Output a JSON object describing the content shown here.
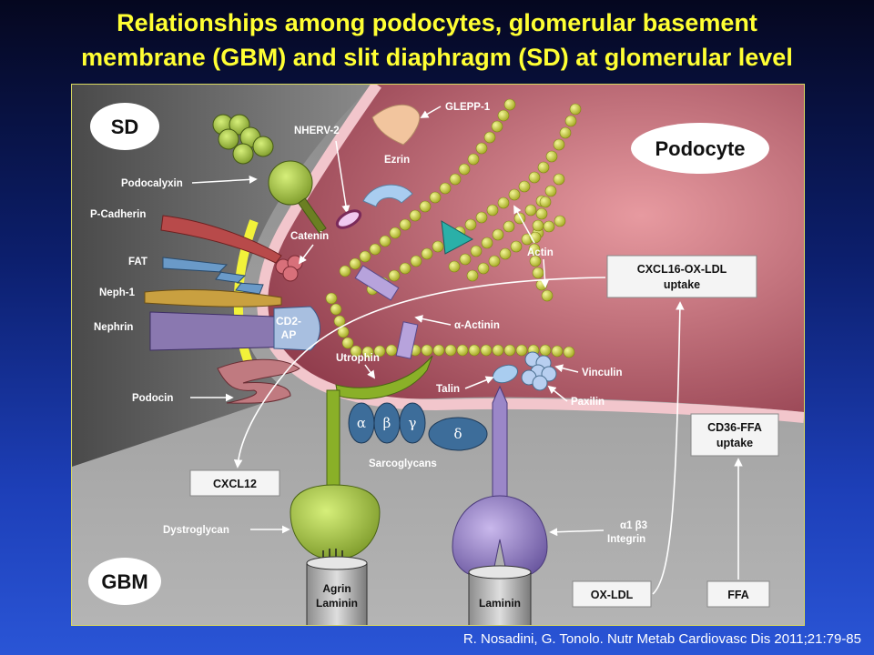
{
  "title": {
    "line1": "Relationships among podocytes, glomerular basement",
    "line2": "membrane (GBM) and slit diaphragm (SD) at glomerular level"
  },
  "citation": "R. Nosadini, G. Tonolo. Nutr Metab Cardiovasc Dis 2011;21:79-85",
  "regions": {
    "sd": "SD",
    "podocyte": "Podocyte",
    "gbm": "GBM"
  },
  "labels": {
    "glepp1": "GLEPP-1",
    "nherv2": "NHERV-2",
    "ezrin": "Ezrin",
    "podocalyxin": "Podocalyxin",
    "pcadherin": "P-Cadherin",
    "catenin": "Catenin",
    "actin": "Actin",
    "fat": "FAT",
    "neph1": "Neph-1",
    "nephrin": "Nephrin",
    "cd2ap_1": "CD2-",
    "cd2ap_2": "AP",
    "alpha_actinin": "α-Actinin",
    "utrophin": "Utrophin",
    "talin": "Talin",
    "vinculin": "Vinculin",
    "paxilin": "Paxilin",
    "podocin": "Podocin",
    "alpha": "α",
    "beta": "β",
    "gamma": "γ",
    "delta": "δ",
    "sarcoglycans": "Sarcoglycans",
    "dystroglycan": "Dystroglycan",
    "integrin_1": "α1 β3",
    "integrin_2": "Integrin",
    "agrin_1": "Agrin",
    "agrin_2": "Laminin",
    "laminin": "Laminin"
  },
  "boxes": {
    "cxcl16_1": "CXCL16-OX-LDL",
    "cxcl16_2": "uptake",
    "cd36_1": "CD36-FFA",
    "cd36_2": "uptake",
    "cxcl12": "CXCL12",
    "oxldl": "OX-LDL",
    "ffa": "FFA"
  },
  "colors": {
    "title": "#ffff33",
    "podocyte": "#c9727c",
    "gbm": "#9a9a9a",
    "actin_bead": "#cfd43a",
    "membrane_yellow": "#f2f23a",
    "nephrin": "#8a78b0",
    "integrin": "#9b87c8",
    "dystroglycan": "#aacc44",
    "sarcoglycan": "#3d6d9a"
  }
}
